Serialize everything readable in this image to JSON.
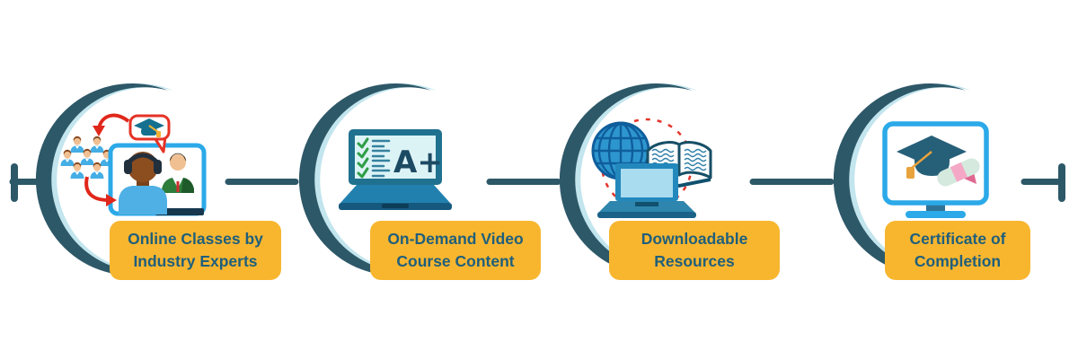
{
  "steps": [
    {
      "line1": "Online Classes by",
      "line2": "Industry Experts",
      "icon": "webinar-instructor-icon"
    },
    {
      "line1": "On-Demand Video",
      "line2": "Course Content",
      "icon": "laptop-grade-icon"
    },
    {
      "line1": "Downloadable",
      "line2": "Resources",
      "icon": "globe-book-laptop-icon"
    },
    {
      "line1": "Certificate of",
      "line2": "Completion",
      "icon": "graduation-certificate-monitor-icon"
    }
  ],
  "icon_text": {
    "laptop_screen_grade": "A+"
  },
  "colors": {
    "arc_teal": "#2D5868",
    "arc_highlight": "#C2E5EE",
    "label_background": "#F8B62F",
    "label_text": "#1F5F7B",
    "accent_red": "#E0271B",
    "bright_blue": "#2BA9E8",
    "medium_blue": "#2E96CE",
    "dark_navy": "#16374E",
    "green_check": "#2E9E46",
    "tassel_yellow": "#E8A33D",
    "diploma_pink": "#F5A8C6"
  }
}
